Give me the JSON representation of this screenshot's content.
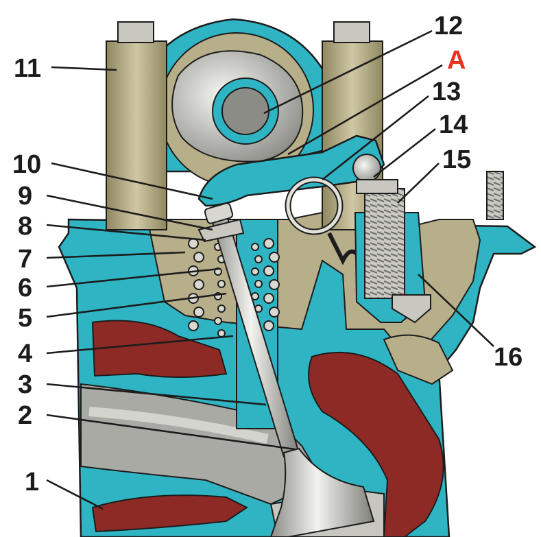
{
  "colors": {
    "head_cyan": "#2fb4c4",
    "head_cyan_dark": "#157d8c",
    "inner_khaki": "#b7ae8a",
    "coolant_red": "#8e2a25",
    "metal_light": "#e2e2dc",
    "metal_mid": "#a9aaa3",
    "outline": "#1c1c1c",
    "callout_accent": "#e8321e"
  },
  "callouts": {
    "n1": "1",
    "n2": "2",
    "n3": "3",
    "n4": "4",
    "n5": "5",
    "n6": "6",
    "n7": "7",
    "n8": "8",
    "n9": "9",
    "n10": "10",
    "n11": "11",
    "n12": "12",
    "a": "A",
    "n13": "13",
    "n14": "14",
    "n15": "15",
    "n16": "16"
  }
}
